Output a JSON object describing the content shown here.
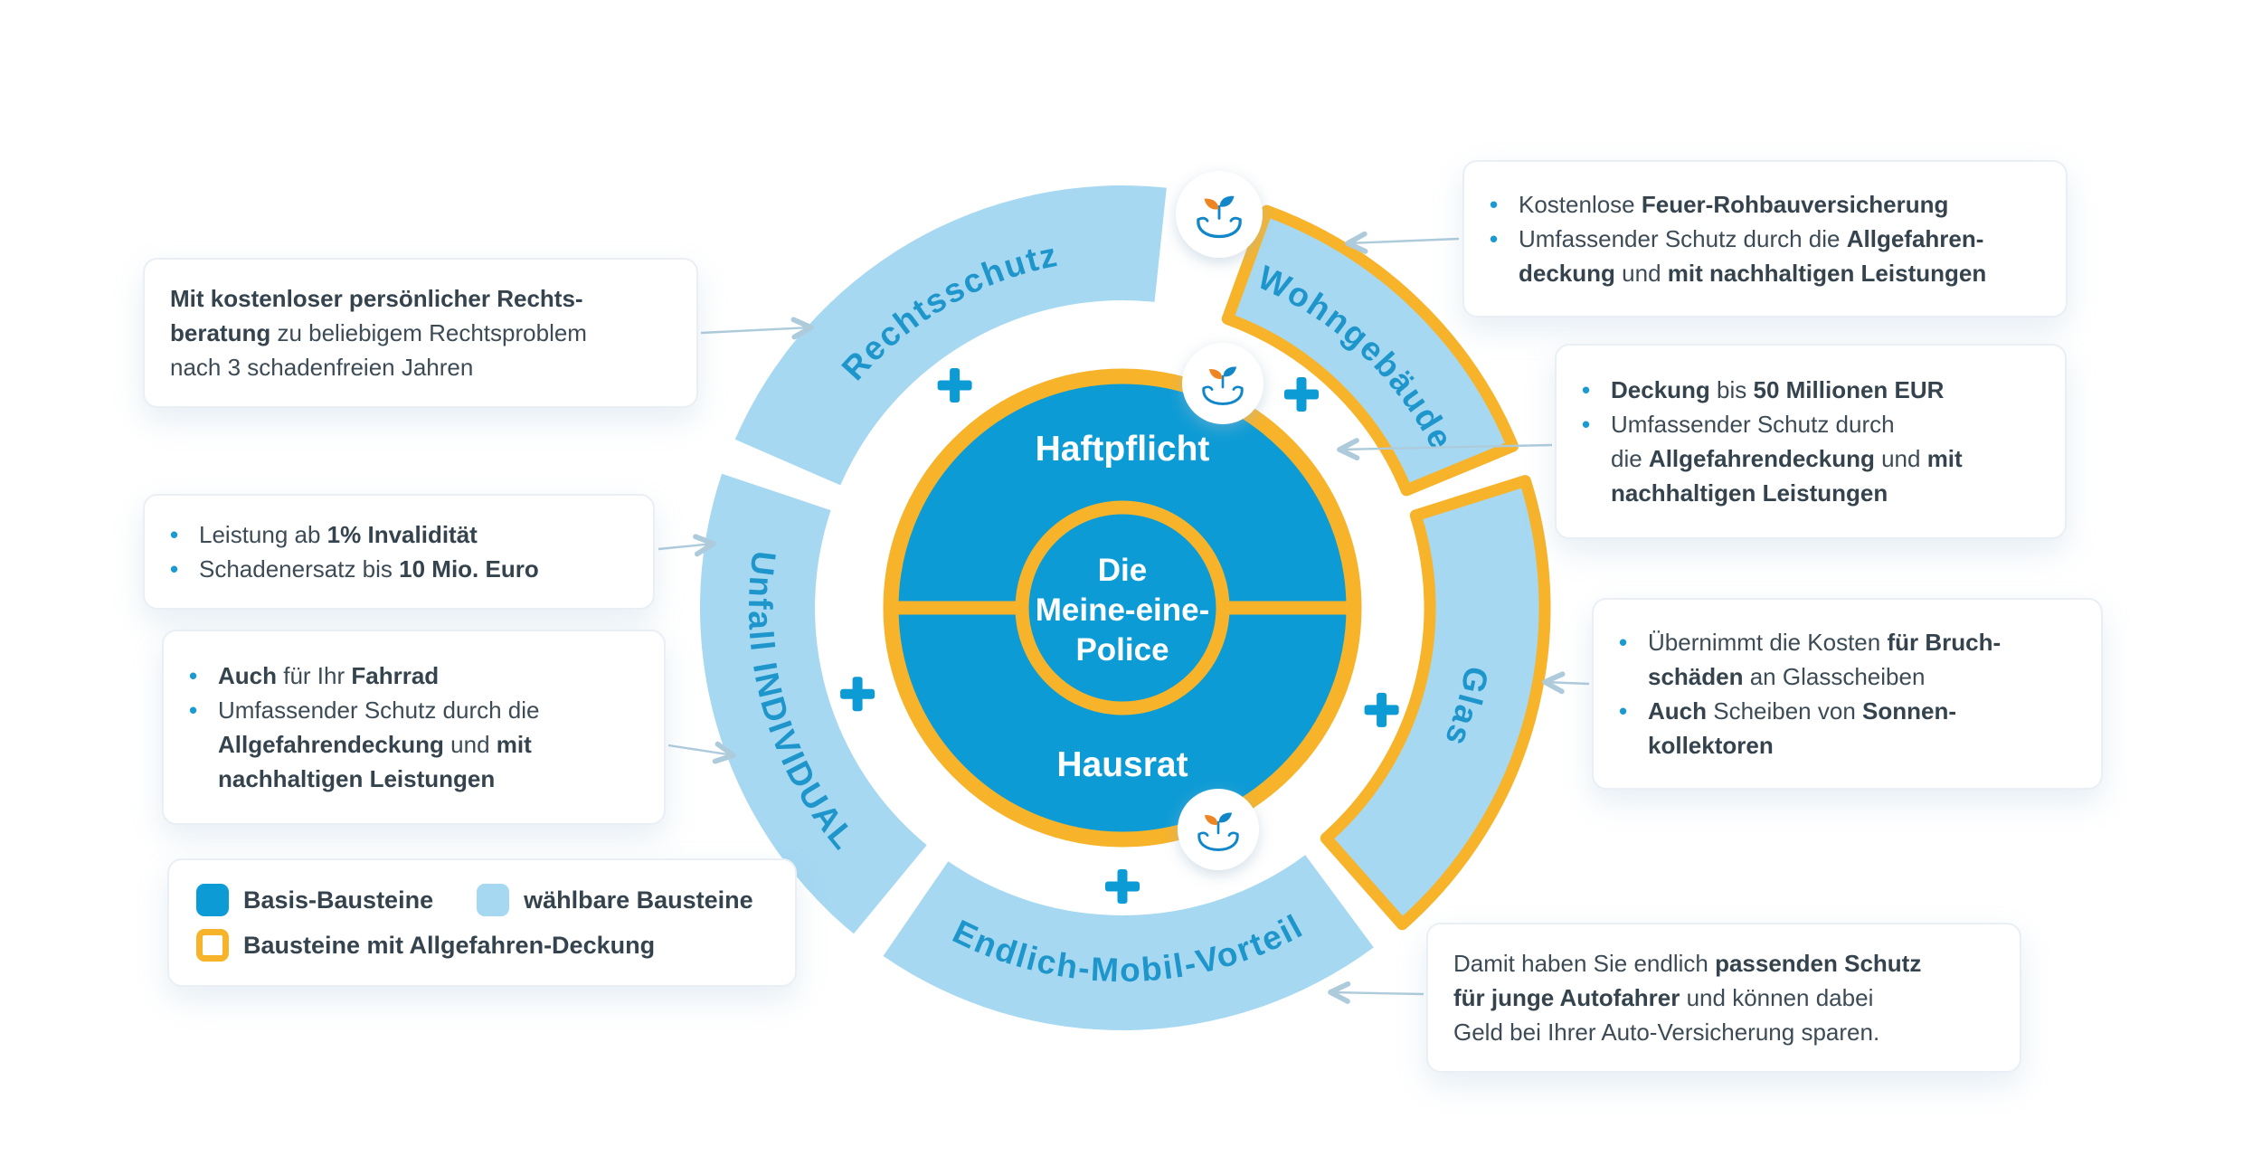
{
  "ui": {
    "bullet": "•"
  },
  "colors": {
    "basis_blue": "#0d9bd5",
    "light_blue": "#a6d8f2",
    "accent_yellow": "#f7b32a",
    "label_blue": "#1e96cc",
    "text_dark": "#3c4b55",
    "bullet_blue": "#1b9ad1",
    "arrow_blue_gray": "#aecbdc",
    "icon_blue": "#1187c9",
    "icon_orange": "#ef8522"
  },
  "icons": {
    "sustainability": "hands-holding-plant",
    "plus": "+",
    "arrow": "→"
  },
  "wheel": {
    "center": [
      "Die",
      "Meine-eine-",
      "Police"
    ],
    "inner": [
      "Haftpflicht",
      "Hausrat"
    ],
    "outer": [
      "Rechtsschutz",
      "Wohngebäude",
      "Glas",
      "Endlich-Mobil-Vorteil",
      "Unfall INDIVIDUAL"
    ],
    "plus": "+"
  },
  "legend": {
    "items": [
      {
        "key": "basis",
        "label": "Basis-Bausteine"
      },
      {
        "key": "waehlbar",
        "label": "wählbare Bausteine"
      },
      {
        "key": "allgefahren",
        "label": "Bausteine mit Allgefahren-Deckung"
      }
    ]
  },
  "callouts": [
    {
      "id": "rechtsschutz",
      "bulleted": false,
      "items": [
        {
          "bullet": false,
          "lines": [
            [
              {
                "t": "Mit kostenloser persönlicher Rechts-",
                "b": true
              }
            ],
            [
              {
                "t": "beratung",
                "b": true
              },
              {
                "t": " zu beliebigem Rechtsproblem",
                "b": false
              }
            ],
            [
              {
                "t": "nach 3 schadenfreien Jahren",
                "b": false
              }
            ]
          ]
        }
      ]
    },
    {
      "id": "unfall-individual",
      "bulleted": true,
      "items": [
        {
          "bullet": true,
          "lines": [
            [
              {
                "t": "Leistung ab ",
                "b": false
              },
              {
                "t": "1% Invalidität",
                "b": true
              }
            ]
          ]
        },
        {
          "bullet": true,
          "lines": [
            [
              {
                "t": "Schadenersatz bis ",
                "b": false
              },
              {
                "t": "10 Mio. Euro",
                "b": true
              }
            ]
          ]
        }
      ]
    },
    {
      "id": "hausrat-fahrrad",
      "bulleted": true,
      "items": [
        {
          "bullet": true,
          "lines": [
            [
              {
                "t": "Auch",
                "b": true
              },
              {
                "t": " für Ihr ",
                "b": false
              },
              {
                "t": "Fahrrad",
                "b": true
              }
            ]
          ]
        },
        {
          "bullet": true,
          "lines": [
            [
              {
                "t": "Umfassender Schutz durch die",
                "b": false
              }
            ],
            [
              {
                "t": "Allgefahrendeckung",
                "b": true
              },
              {
                "t": " und ",
                "b": false
              },
              {
                "t": "mit",
                "b": true
              }
            ],
            [
              {
                "t": "nachhaltigen Leistungen",
                "b": true
              }
            ]
          ]
        }
      ]
    },
    {
      "id": "wohngebaeude",
      "bulleted": true,
      "items": [
        {
          "bullet": true,
          "lines": [
            [
              {
                "t": "Kostenlose ",
                "b": false
              },
              {
                "t": "Feuer-Rohbauversicherung",
                "b": true
              }
            ]
          ]
        },
        {
          "bullet": true,
          "lines": [
            [
              {
                "t": "Umfassender Schutz durch die ",
                "b": false
              },
              {
                "t": "Allgefahren-",
                "b": true
              }
            ],
            [
              {
                "t": "deckung",
                "b": true
              },
              {
                "t": " und ",
                "b": false
              },
              {
                "t": "mit nachhaltigen Leistungen",
                "b": true
              }
            ]
          ]
        }
      ]
    },
    {
      "id": "haftpflicht-deckung",
      "bulleted": true,
      "items": [
        {
          "bullet": true,
          "lines": [
            [
              {
                "t": "Deckung",
                "b": true
              },
              {
                "t": " bis ",
                "b": false
              },
              {
                "t": "50 Millionen EUR",
                "b": true
              }
            ]
          ]
        },
        {
          "bullet": true,
          "lines": [
            [
              {
                "t": "Umfassender Schutz durch",
                "b": false
              }
            ],
            [
              {
                "t": "die ",
                "b": false
              },
              {
                "t": "Allgefahrendeckung",
                "b": true
              },
              {
                "t": " und ",
                "b": false
              },
              {
                "t": "mit",
                "b": true
              }
            ],
            [
              {
                "t": "nachhaltigen Leistungen",
                "b": true
              }
            ]
          ]
        }
      ]
    },
    {
      "id": "glas",
      "bulleted": true,
      "items": [
        {
          "bullet": true,
          "lines": [
            [
              {
                "t": "Übernimmt die Kosten ",
                "b": false
              },
              {
                "t": "für Bruch-",
                "b": true
              }
            ],
            [
              {
                "t": "schäden",
                "b": true
              },
              {
                "t": " an Glasscheiben",
                "b": false
              }
            ]
          ]
        },
        {
          "bullet": true,
          "lines": [
            [
              {
                "t": "Auch",
                "b": true
              },
              {
                "t": " Scheiben von ",
                "b": false
              },
              {
                "t": "Sonnen-",
                "b": true
              }
            ],
            [
              {
                "t": "kollektoren",
                "b": true
              }
            ]
          ]
        }
      ]
    },
    {
      "id": "endlich-mobil-vorteil",
      "bulleted": false,
      "items": [
        {
          "bullet": false,
          "lines": [
            [
              {
                "t": "Damit haben Sie endlich ",
                "b": false
              },
              {
                "t": "passenden Schutz",
                "b": true
              }
            ],
            [
              {
                "t": "für junge Autofahrer",
                "b": true
              },
              {
                "t": " und können dabei",
                "b": false
              }
            ],
            [
              {
                "t": "Geld bei Ihrer Auto-Versicherung sparen.",
                "b": false
              }
            ]
          ]
        }
      ]
    }
  ]
}
